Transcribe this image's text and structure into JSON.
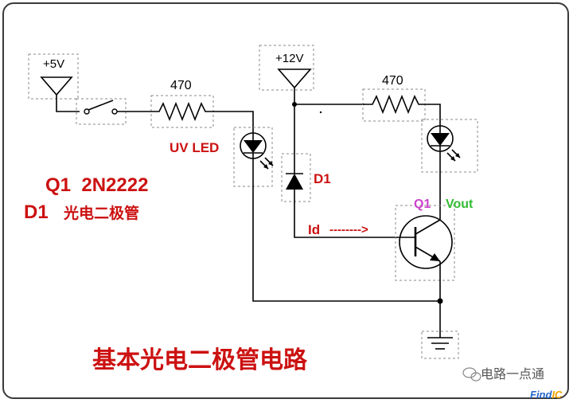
{
  "supply": {
    "plus5v": "+5V",
    "plus12v": "+12V"
  },
  "resistors": {
    "r1": "470",
    "r2": "470"
  },
  "labels": {
    "uv_led": "UV LED",
    "d1": "D1",
    "q1": "Q1",
    "vout": "Vout",
    "id_label": "Id",
    "id_arrow": "-------->"
  },
  "legend": {
    "line1": "Q1  2N2222",
    "line2_tag": "D1",
    "line2_text": "光电二极管"
  },
  "title": "基本光电二极管电路",
  "watermark": {
    "brand": "电路一点通",
    "logo": "FindIC"
  },
  "colors": {
    "red_text": "#cc1111",
    "q1_label": "#cc44cc",
    "vout_label": "#33bb33",
    "logo_find": "#2266cc",
    "logo_ic": "#f0a000"
  }
}
